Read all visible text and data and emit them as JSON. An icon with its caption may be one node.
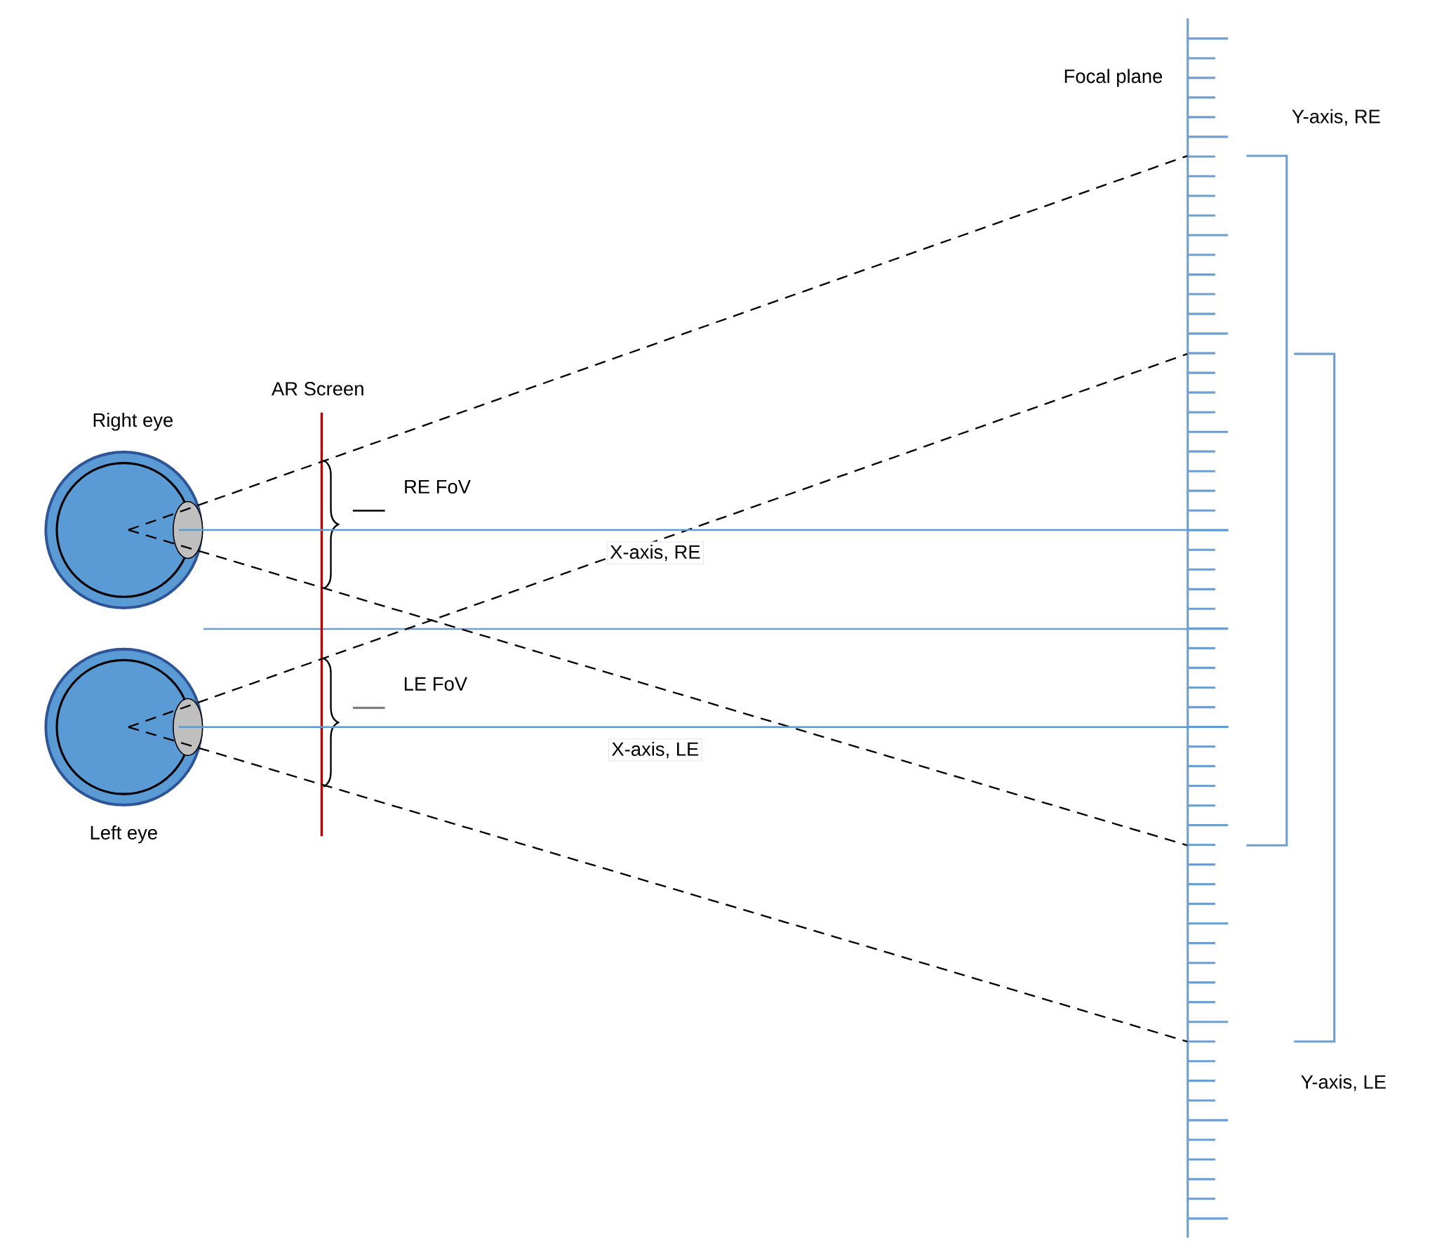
{
  "diagram": {
    "nodes": [
      {
        "text": [
          "Right eye"
        ]
      },
      {
        "text": [
          "Left eye"
        ]
      },
      {
        "text": [
          "Focal plane"
        ]
      }
    ],
    "edges": [
      {
        "from": 0,
        "to": 2,
        "arrow": "none",
        "style": "dashed"
      },
      {
        "from": 0,
        "to": 2,
        "arrow": "none",
        "style": "dashed"
      },
      {
        "from": 1,
        "to": 2,
        "arrow": "none",
        "style": "dashed"
      },
      {
        "from": 1,
        "to": 2,
        "arrow": "none",
        "style": "dashed"
      },
      {
        "from": 0,
        "to": 2,
        "arrow": "none",
        "label": "X-axis, RE",
        "color": "#5b9bd5"
      },
      {
        "from": 1,
        "to": 2,
        "arrow": "none",
        "label": "X-axis, LE",
        "color": "#5b9bd5"
      }
    ],
    "labels": [
      "Y-axis, RE",
      "AR Screen",
      "RE FoV",
      "LE FoV",
      "Y-axis, LE"
    ]
  }
}
